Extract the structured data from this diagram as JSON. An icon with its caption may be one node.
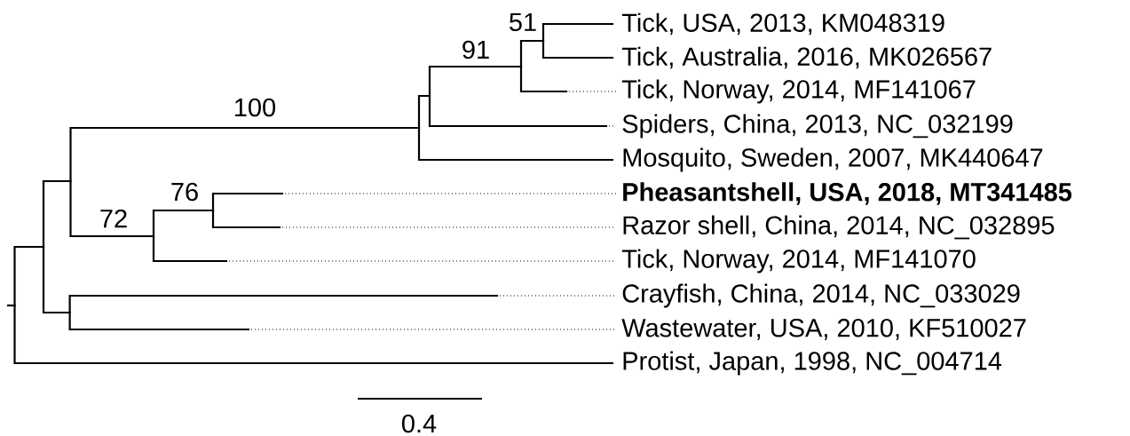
{
  "diagram": {
    "labels": [
      "51",
      "Tick, USA, 2013, KM048319",
      "91",
      "Tick, Australia, 2016, MK026567",
      "Tick, Norway, 2014, MF141067",
      "100",
      "Spiders, China, 2013, NC_032199",
      "Mosquito, Sweden, 2007, MK440647",
      "76",
      "Pheasantshell, USA, 2018, MT341485",
      "72",
      "Razor shell, China, 2014, NC_032895",
      "Tick, Norway, 2014, MF141070",
      "Crayfish, China, 2014, NC_033029",
      "Wastewater, USA, 2010, KF510027",
      "Protist, Japan, 1998, NC_004714",
      "0.4"
    ]
  }
}
